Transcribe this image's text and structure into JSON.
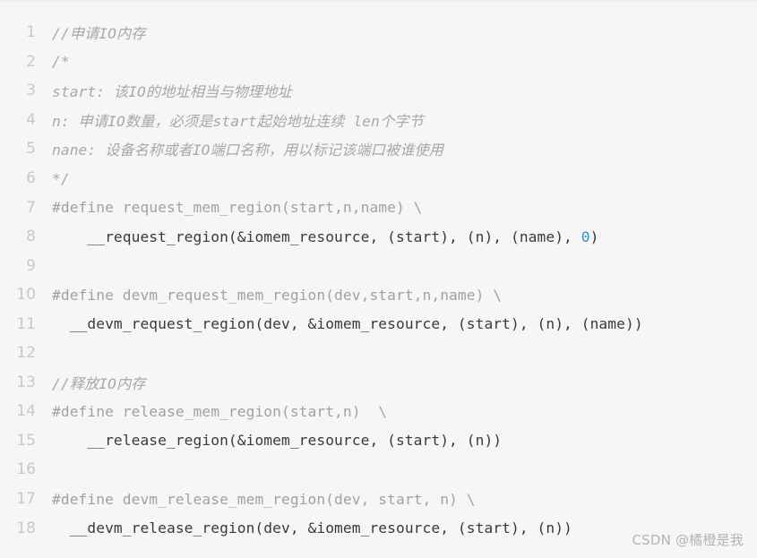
{
  "code_block": {
    "language": "c",
    "background": "#f6f6f6",
    "colors": {
      "line_number": "#c8c8c8",
      "comment": "#a8a8a8",
      "preprocessor": "#a0a1a7",
      "plain": "#383a42",
      "number": "#2e95d3"
    },
    "lines": [
      {
        "number": "1",
        "tokens": [
          {
            "type": "comment",
            "text": "//申请IO内存"
          }
        ]
      },
      {
        "number": "2",
        "tokens": [
          {
            "type": "comment",
            "text": "/*"
          }
        ]
      },
      {
        "number": "3",
        "tokens": [
          {
            "type": "comment",
            "text": "start: 该IO的地址相当与物理地址"
          }
        ]
      },
      {
        "number": "4",
        "tokens": [
          {
            "type": "comment",
            "text": "n: 申请IO数量，必须是start起始地址连续 len个字节"
          }
        ]
      },
      {
        "number": "5",
        "tokens": [
          {
            "type": "comment",
            "text": "nane: 设备名称或者IO端口名称，用以标记该端口被谁使用"
          }
        ]
      },
      {
        "number": "6",
        "tokens": [
          {
            "type": "comment",
            "text": "*/"
          }
        ]
      },
      {
        "number": "7",
        "tokens": [
          {
            "type": "meta",
            "text": "#define request_mem_region(start,n,name) \\"
          }
        ]
      },
      {
        "number": "8",
        "tokens": [
          {
            "type": "plain",
            "text": "    __request_region(&iomem_resource, (start), (n), (name), "
          },
          {
            "type": "number",
            "text": "0"
          },
          {
            "type": "plain",
            "text": ")"
          }
        ]
      },
      {
        "number": "9",
        "tokens": [
          {
            "type": "plain",
            "text": ""
          }
        ]
      },
      {
        "number": "10",
        "tokens": [
          {
            "type": "meta",
            "text": "#define devm_request_mem_region(dev,start,n,name) \\"
          }
        ]
      },
      {
        "number": "11",
        "tokens": [
          {
            "type": "plain",
            "text": "  __devm_request_region(dev, &iomem_resource, (start), (n), (name))"
          }
        ]
      },
      {
        "number": "12",
        "tokens": [
          {
            "type": "plain",
            "text": ""
          }
        ]
      },
      {
        "number": "13",
        "tokens": [
          {
            "type": "comment",
            "text": "//释放IO内存"
          }
        ]
      },
      {
        "number": "14",
        "tokens": [
          {
            "type": "meta",
            "text": "#define release_mem_region(start,n)  \\"
          }
        ]
      },
      {
        "number": "15",
        "tokens": [
          {
            "type": "plain",
            "text": "    __release_region(&iomem_resource, (start), (n))"
          }
        ]
      },
      {
        "number": "16",
        "tokens": [
          {
            "type": "plain",
            "text": ""
          }
        ]
      },
      {
        "number": "17",
        "tokens": [
          {
            "type": "meta",
            "text": "#define devm_release_mem_region(dev, start, n) \\"
          }
        ]
      },
      {
        "number": "18",
        "tokens": [
          {
            "type": "plain",
            "text": "  __devm_release_region(dev, &iomem_resource, (start), (n))"
          }
        ]
      }
    ]
  },
  "watermark": {
    "text": "CSDN @橘橙是我"
  }
}
